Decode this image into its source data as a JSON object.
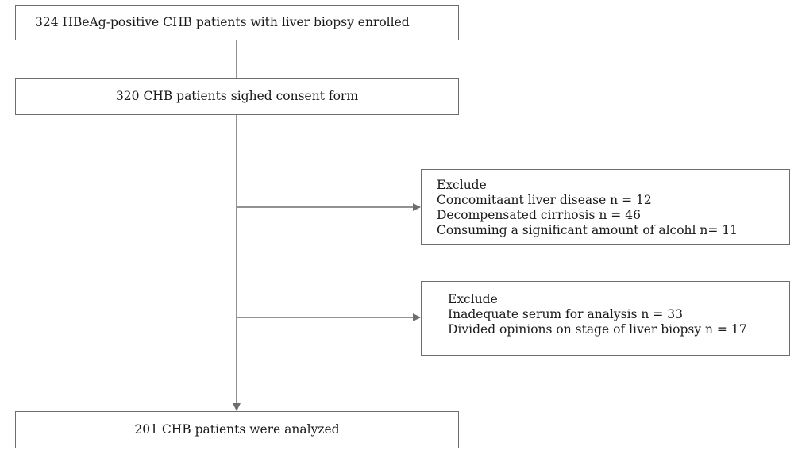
{
  "boxes": {
    "enrolled": "324 HBeAg-positive CHB patients with liver biopsy enrolled",
    "consent": "320 CHB patients sighed consent form",
    "analyzed": "201 CHB patients were analyzed"
  },
  "exclusions": [
    {
      "heading": "Exclude",
      "items": [
        "Concomitaant liver disease n = 12",
        "Decompensated cirrhosis n = 46",
        "Consuming a significant amount of alcohl n= 11"
      ]
    },
    {
      "heading": "Exclude",
      "items": [
        "Inadequate serum for analysis n = 33",
        "Divided opinions on stage of liver biopsy n = 17"
      ]
    }
  ],
  "colors": {
    "line": "#6e6e6e",
    "text": "#1a1a1a"
  }
}
